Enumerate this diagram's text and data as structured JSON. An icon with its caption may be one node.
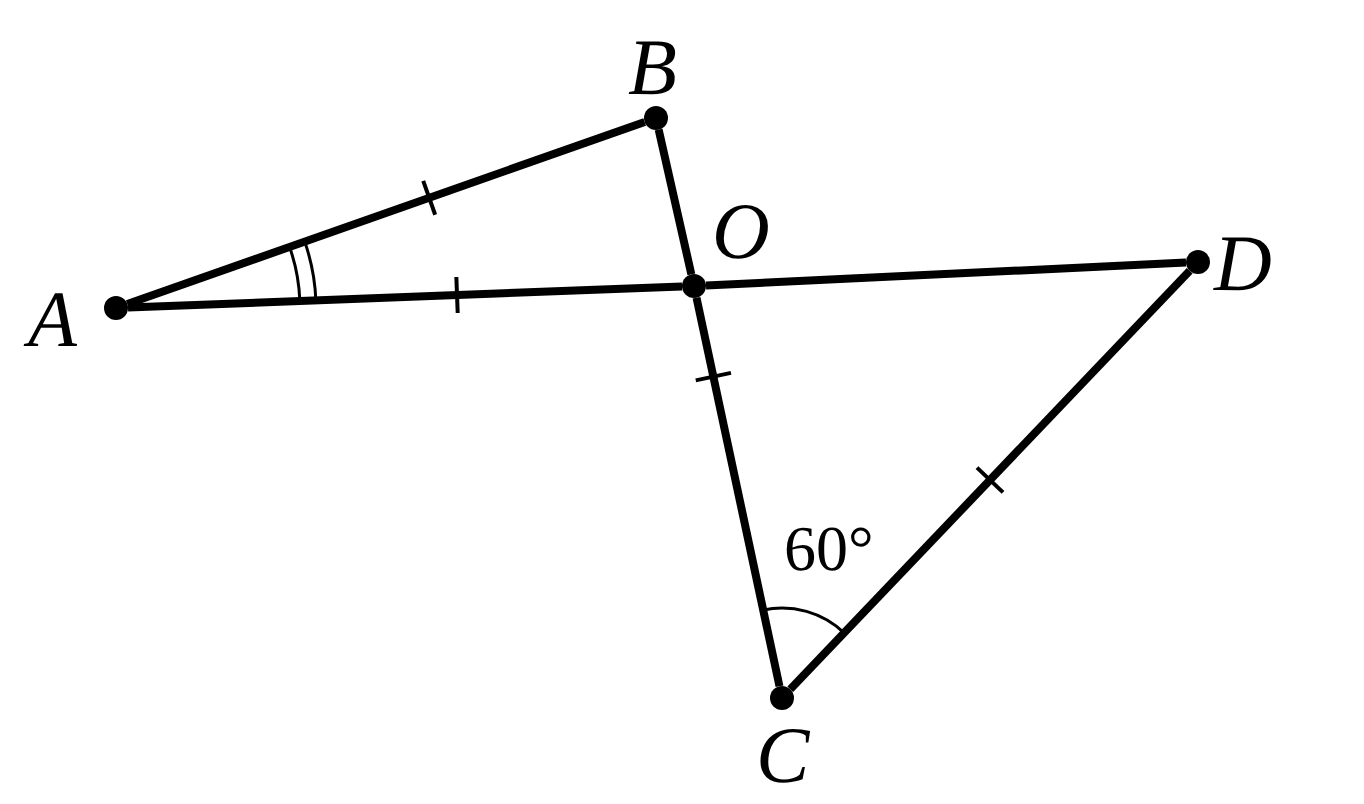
{
  "diagram": {
    "nodes": [
      {
        "text": [],
        "shape": "circle",
        "beside": [
          "B"
        ]
      },
      {
        "text": [],
        "shape": "circle",
        "beside": [
          "O"
        ]
      },
      {
        "text": [],
        "shape": "circle",
        "beside": [
          "D"
        ]
      },
      {
        "text": [],
        "shape": "circle",
        "beside": [
          "A"
        ]
      },
      {
        "text": [],
        "shape": "circle",
        "beside": [
          "C"
        ]
      }
    ],
    "edges": [
      {
        "from": 3,
        "to": 0,
        "arrow": "none"
      },
      {
        "from": 3,
        "to": 1,
        "arrow": "none"
      },
      {
        "from": 1,
        "to": 2,
        "arrow": "none"
      },
      {
        "from": 0,
        "to": 1,
        "arrow": "none"
      },
      {
        "from": 1,
        "to": 4,
        "arrow": "none"
      },
      {
        "from": 4,
        "to": 2,
        "arrow": "none"
      }
    ],
    "labels": [
      "60°"
    ]
  }
}
